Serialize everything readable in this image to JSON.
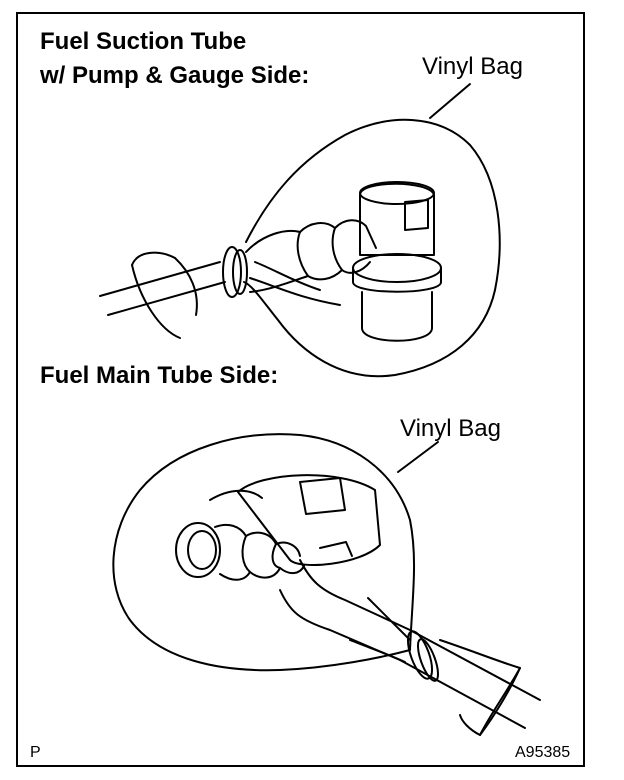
{
  "top_section": {
    "heading_line1": "Fuel Suction Tube",
    "heading_line2": "w/ Pump & Gauge Side:",
    "callout": "Vinyl Bag"
  },
  "bottom_section": {
    "heading": "Fuel Main Tube Side:",
    "callout": "Vinyl Bag"
  },
  "corner_mark": "P",
  "figure_code": "A95385"
}
